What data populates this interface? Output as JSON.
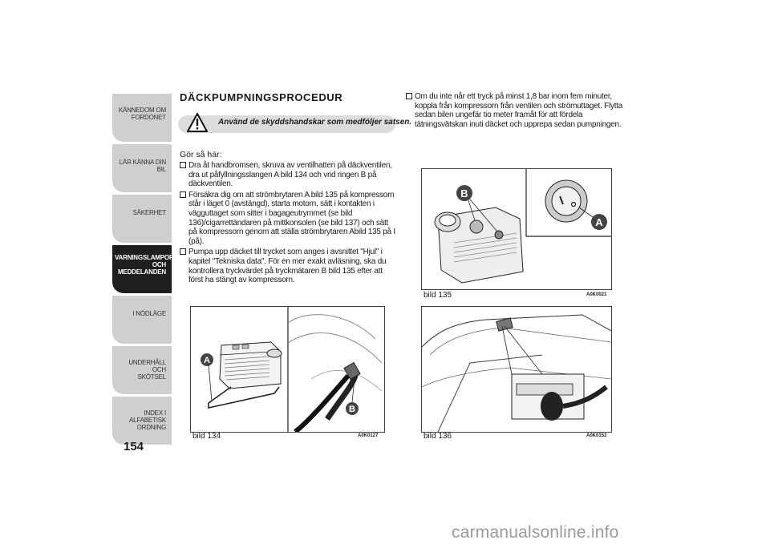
{
  "sidebar": {
    "tabs": [
      {
        "lines": [
          "KÄNNEDOM OM",
          "FORDONET"
        ],
        "active": false
      },
      {
        "lines": [
          "LÄR KÄNNA DIN BIL"
        ],
        "active": false
      },
      {
        "lines": [
          "SÄKERHET"
        ],
        "active": false
      },
      {
        "lines": [
          "VARNINGSLAMPOR",
          "OCH",
          "MEDDELANDEN"
        ],
        "active": true
      },
      {
        "lines": [
          "I NÖDLÄGE"
        ],
        "active": false
      },
      {
        "lines": [
          "UNDERHÅLL OCH",
          "SKÖTSEL"
        ],
        "active": false
      },
      {
        "lines": [
          "INDEX I ALFABETISK",
          "ORDNING"
        ],
        "active": false
      }
    ]
  },
  "page_number": "154",
  "section": {
    "heading": "DÄCKPUMPNINGSPROCEDUR",
    "warning": "Använd de skyddshandskar som medföljer satsen.",
    "lead": "Gör så här:",
    "steps": [
      "Dra åt handbromsen, skruva av ventilhatten på däckventilen, dra ut påfyllningsslangen A bild 134 och vrid ringen B på däckventilen.",
      "Försäkra dig om att strömbrytaren A bild 135 på kompressorn står i läget 0 (avstängd), starta motorn, sätt i kontakten i vägguttaget som sitter i bagageutrymmet (se bild 136)/cigarrettändaren på mittkonsolen (se bild 137) och sätt på kompressorn genom att ställa strömbrytaren Abild 135 på I (på).",
      "Pumpa upp däcket till trycket som anges i avsnittet \"Hjul\" i kapitel \"Tekniska data\". För en mer exakt avläsning, ska du kontrollera tryckvärdet på tryckmätaren B bild 135 efter att först ha stängt av kompressorn."
    ],
    "right_steps": [
      "Om du inte når ett tryck på minst 1,8 bar inom fem minuter, koppla från kompressorn från ventilen och strömuttaget. Flytta sedan bilen ungefär tio meter framåt för att fördela tätningsvätskan inuti däcket och upprepa sedan pumpningen."
    ]
  },
  "figures": {
    "fig134": {
      "caption": "bild 134",
      "code": "A0K0127",
      "label_a": "A",
      "label_b": "B"
    },
    "fig135": {
      "caption": "bild 135",
      "code": "A0K0021",
      "label_a": "A",
      "label_b": "B"
    },
    "fig136": {
      "caption": "bild 136",
      "code": "A0K0152"
    }
  },
  "watermark": "carmanualsonline.info"
}
